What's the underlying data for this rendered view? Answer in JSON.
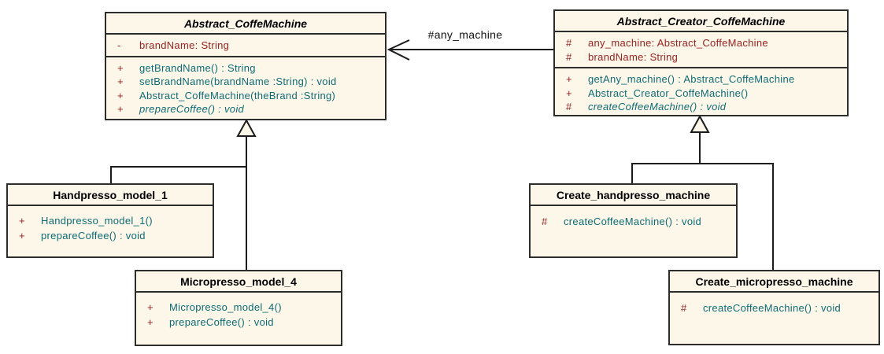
{
  "diagram": {
    "type": "uml-class-diagram",
    "pattern": "Factory Method - Coffee Machines"
  },
  "colors": {
    "box_fill": "#fcf7e8",
    "box_border": "#2d2d2d",
    "attribute_text": "#992222",
    "visibility_marker": "#992222",
    "method_text": "#0e6b75",
    "title_text": "#000000",
    "connector_line": "#1c1c1c",
    "canvas_background": "#ffffff"
  },
  "classes": [
    {
      "name": "Abstract_CoffeMachine",
      "abstract": true,
      "attributes": [
        {
          "visibility": "-",
          "text": "brandName: String"
        }
      ],
      "methods": [
        {
          "visibility": "+",
          "text": "getBrandName() : String"
        },
        {
          "visibility": "+",
          "text": "setBrandName(brandName :String) : void"
        },
        {
          "visibility": "+",
          "text": "Abstract_CoffeMachine(theBrand :String)"
        },
        {
          "visibility": "+",
          "text": "prepareCoffee() : void",
          "abstract": true
        }
      ]
    },
    {
      "name": "Abstract_Creator_CoffeMachine",
      "abstract": true,
      "attributes": [
        {
          "visibility": "#",
          "text": "any_machine: Abstract_CoffeMachine"
        },
        {
          "visibility": "#",
          "text": "brandName: String"
        }
      ],
      "methods": [
        {
          "visibility": "+",
          "text": "getAny_machine() : Abstract_CoffeMachine"
        },
        {
          "visibility": "+",
          "text": "Abstract_Creator_CoffeMachine()"
        },
        {
          "visibility": "#",
          "text": "createCoffeeMachine() : void",
          "abstract": true
        }
      ]
    },
    {
      "name": "Handpresso_model_1",
      "abstract": false,
      "attributes": [],
      "methods": [
        {
          "visibility": "+",
          "text": "Handpresso_model_1()"
        },
        {
          "visibility": "+",
          "text": "prepareCoffee() : void"
        }
      ]
    },
    {
      "name": "Micropresso_model_4",
      "abstract": false,
      "attributes": [],
      "methods": [
        {
          "visibility": "+",
          "text": "Micropresso_model_4()"
        },
        {
          "visibility": "+",
          "text": "prepareCoffee() : void"
        }
      ]
    },
    {
      "name": "Create_handpresso_machine",
      "abstract": false,
      "attributes": [],
      "methods": [
        {
          "visibility": "#",
          "text": "createCoffeeMachine() : void"
        }
      ]
    },
    {
      "name": "Create_micropresso_machine",
      "abstract": false,
      "attributes": [],
      "methods": [
        {
          "visibility": "#",
          "text": "createCoffeeMachine() : void"
        }
      ]
    }
  ],
  "relationships": [
    {
      "type": "association",
      "from": "Abstract_Creator_CoffeMachine",
      "to": "Abstract_CoffeMachine",
      "label": "#any_machine",
      "arrow": "open"
    },
    {
      "type": "generalization",
      "from": "Handpresso_model_1",
      "to": "Abstract_CoffeMachine"
    },
    {
      "type": "generalization",
      "from": "Micropresso_model_4",
      "to": "Abstract_CoffeMachine"
    },
    {
      "type": "generalization",
      "from": "Create_handpresso_machine",
      "to": "Abstract_Creator_CoffeMachine"
    },
    {
      "type": "generalization",
      "from": "Create_micropresso_machine",
      "to": "Abstract_Creator_CoffeMachine"
    }
  ]
}
